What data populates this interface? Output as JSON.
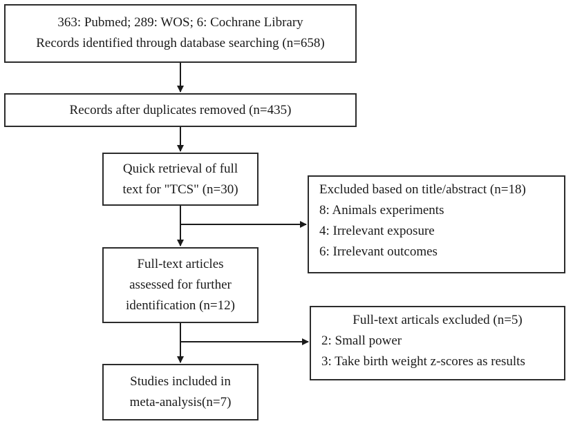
{
  "identification": {
    "line1": "363: Pubmed; 289: WOS; 6: Cochrane Library",
    "line2": "Records identified through database searching (n=658)"
  },
  "duplicates": {
    "line1": "Records after duplicates removed (n=435)"
  },
  "retrieval": {
    "line1": "Quick retrieval of full",
    "line2": "text for \"TCS\" (n=30)"
  },
  "excluded_title": {
    "heading": "Excluded based on title/abstract (n=18)",
    "items": [
      "8: Animals experiments",
      "4: Irrelevant exposure",
      "6: Irrelevant outcomes"
    ]
  },
  "fulltext": {
    "line1": "Full-text articles",
    "line2": "assessed for further",
    "line3": "identification (n=12)"
  },
  "excluded_fulltext": {
    "heading": "Full-text articals excluded (n=5)",
    "items": [
      "2: Small power",
      "3: Take birth weight z-scores as results"
    ]
  },
  "included": {
    "line1": "Studies included in",
    "line2": "meta-analysis(n=7)"
  }
}
